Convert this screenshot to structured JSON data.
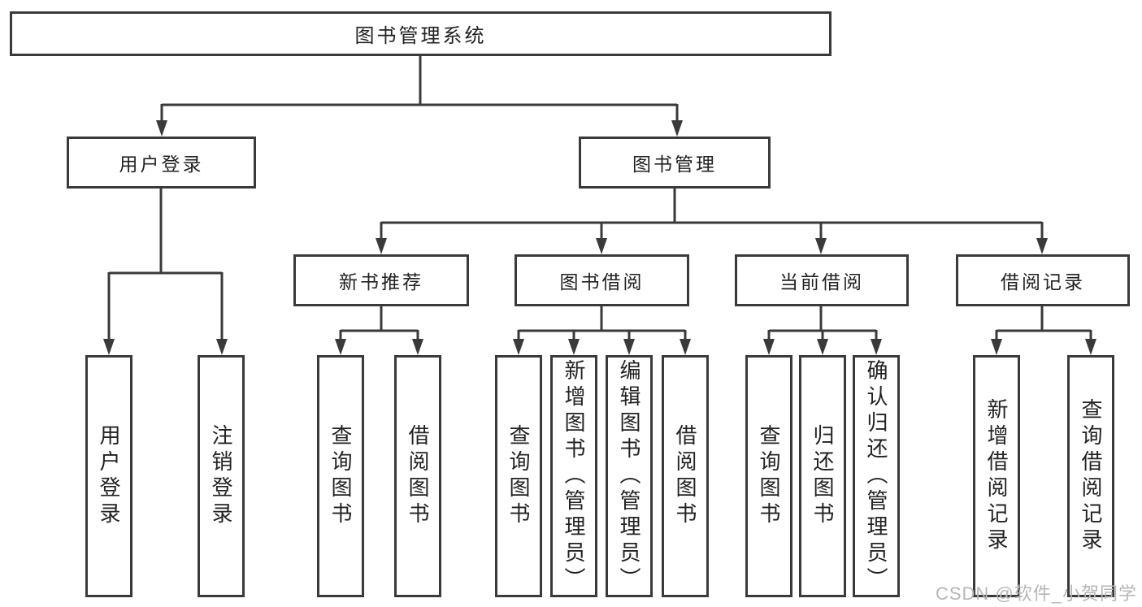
{
  "diagram_title": "图书管理系统",
  "tree": {
    "root": "图书管理系统",
    "children": [
      {
        "label": "用户登录",
        "children": [
          "用户登录",
          "注销登录"
        ]
      },
      {
        "label": "图书管理",
        "children": [
          {
            "label": "新书推荐",
            "children": [
              "查询图书",
              "借阅图书"
            ]
          },
          {
            "label": "图书借阅",
            "children": [
              "查询图书",
              "新增图书（管理员）",
              "编辑图书（管理员）",
              "借阅图书"
            ]
          },
          {
            "label": "当前借阅",
            "children": [
              "查询图书",
              "归还图书",
              "确认归还（管理员）"
            ]
          },
          {
            "label": "借阅记录",
            "children": [
              "新增借阅记录",
              "查询借阅记录"
            ]
          }
        ]
      }
    ]
  },
  "watermark": "CSDN @软件_小贺同学",
  "colors": {
    "line": "#3a3a3a",
    "text": "#222222",
    "background": "#ffffff",
    "watermark": "#b6b6b6"
  }
}
